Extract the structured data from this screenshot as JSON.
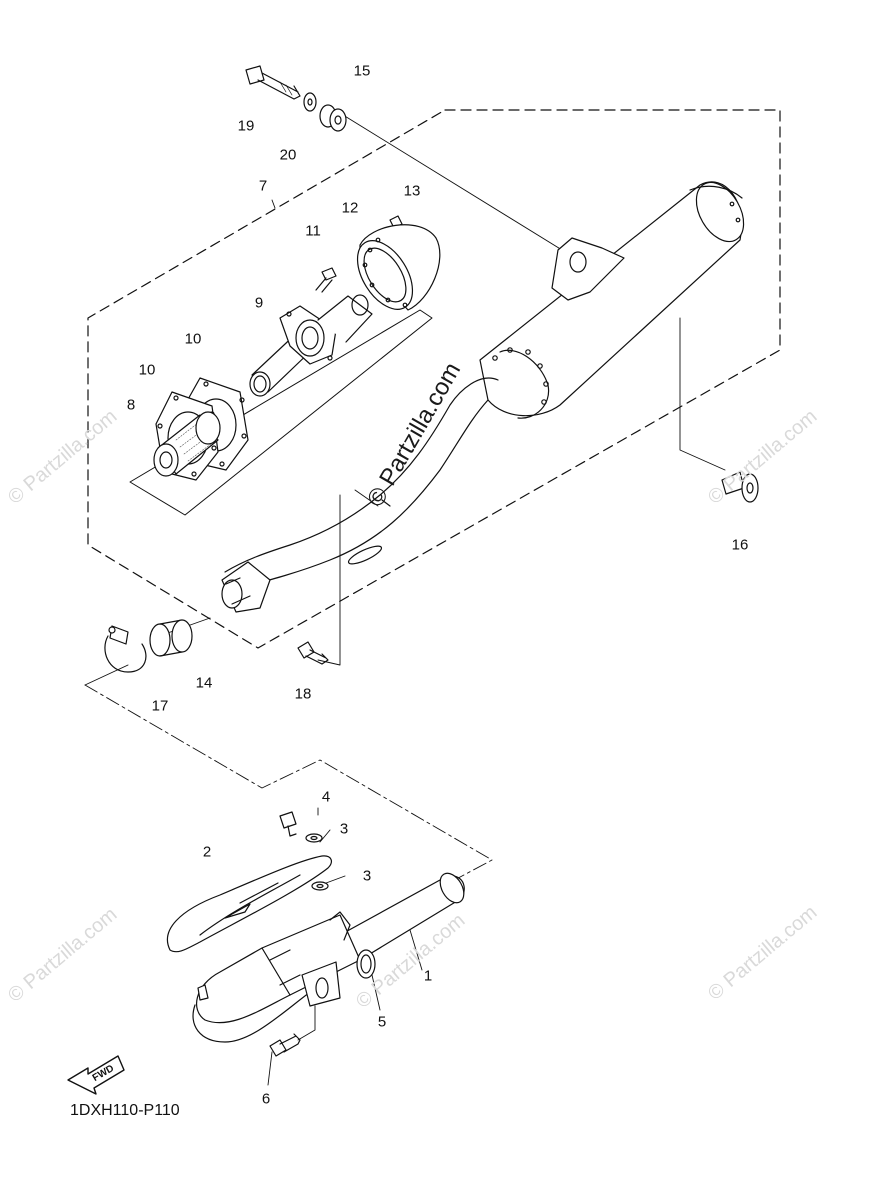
{
  "diagram": {
    "code": "1DXH110-P110",
    "fwd_label": "FWD",
    "watermark": "© Partzilla.com",
    "callouts": {
      "p1": "1",
      "p2": "2",
      "p3a": "3",
      "p3b": "3",
      "p4": "4",
      "p5": "5",
      "p6": "6",
      "p7": "7",
      "p8": "8",
      "p9": "9",
      "p10a": "10",
      "p10b": "10",
      "p11": "11",
      "p12": "12",
      "p13": "13",
      "p14": "14",
      "p15": "15",
      "p16": "16",
      "p17": "17",
      "p18": "18",
      "p19": "19",
      "p20": "20"
    }
  },
  "colors": {
    "line": "#111111",
    "watermark": "#d9d9d9",
    "fill": "#ffffff",
    "mesh": "#555555"
  }
}
